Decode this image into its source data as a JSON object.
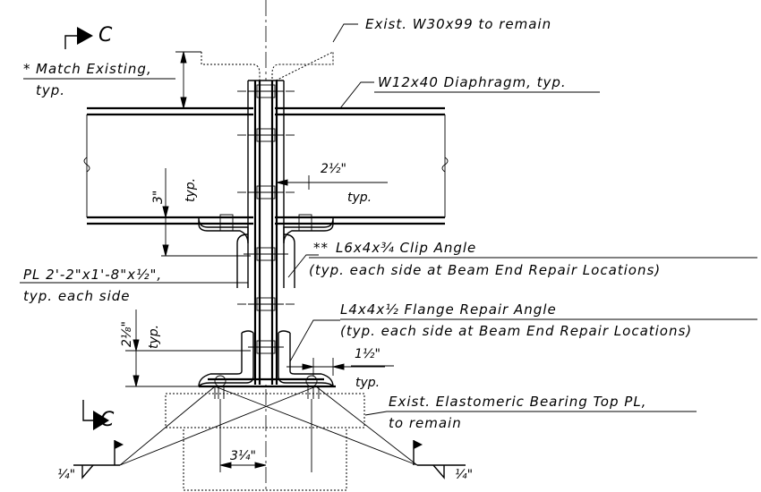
{
  "section_marks": {
    "top": "C",
    "bottom": "C"
  },
  "labels": {
    "exist_beam": "Exist. W30x99 to remain",
    "match_existing_star": "*",
    "match_existing_line1": "Match Existing,",
    "match_existing_line2": "typ.",
    "diaphragm": "W12x40 Diaphragm, typ.",
    "gap_dim": "2½\"",
    "gap_typ": "typ.",
    "dim_3in": "3\"",
    "dim_3in_typ": "typ.",
    "clip_angle_star": "**",
    "clip_angle": "L6x4x¾  Clip Angle",
    "clip_angle_note": "(typ. each side at Beam End Repair Locations)",
    "plate_line1": "PL 2'-2\"x1'-8\"x½\",",
    "plate_line2": "typ. each side",
    "flange_repair": "L4x4x½ Flange Repair Angle",
    "flange_repair_note": "(typ. each side at Beam End Repair Locations)",
    "dim_2_1_8": "2⅛\"",
    "dim_2_1_8_typ": "typ.",
    "dim_1_1_2": "1½\"",
    "dim_1_1_2_typ": "typ.",
    "bearing_line1": "Exist. Elastomeric Bearing Top PL,",
    "bearing_line2": "to remain",
    "dim_3_1_4": "3¼\"",
    "weld_left": "¼\"",
    "weld_right": "¼\""
  }
}
